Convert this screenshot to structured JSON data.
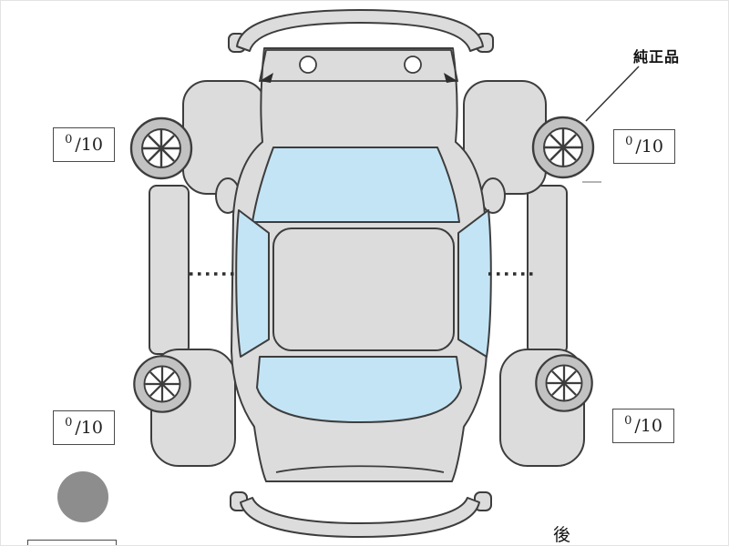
{
  "labels": {
    "genuine_part": "純正品",
    "rear": "後"
  },
  "tread_scores": {
    "front_left": {
      "value": "0",
      "denom": "/10"
    },
    "front_right": {
      "value": "0",
      "denom": "/10"
    },
    "rear_left": {
      "value": "0",
      "denom": "/10"
    },
    "rear_right": {
      "value": "0",
      "denom": "/10"
    }
  },
  "colors": {
    "body_fill": "#dcdcdc",
    "glass_fill": "#c3e4f5",
    "outline": "#3d3d3d",
    "wheel_fill": "#c2c2c2",
    "legend_circle": "#8d8d8d"
  }
}
